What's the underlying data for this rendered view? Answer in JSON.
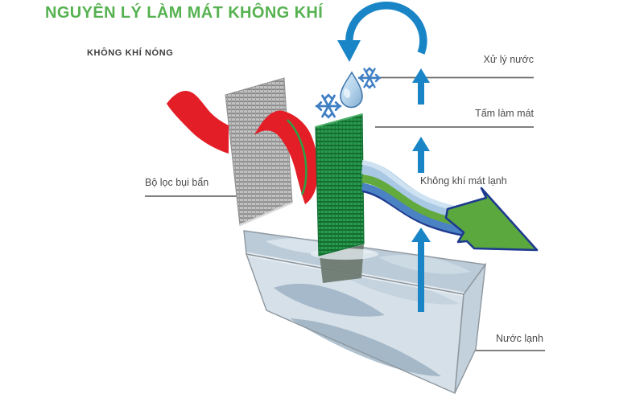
{
  "title": "NGUYÊN LÝ LÀM MÁT KHÔNG KHÍ",
  "labels": {
    "hot_air": "KHÔNG KHÍ NÓNG",
    "water_treatment": "Xử lý nước",
    "cooling_pad": "Tấm làm mát",
    "cool_air": "Không khí mát lạnh",
    "dust_filter": "Bộ lọc bụi bẩn",
    "cold_water": "Nước lạnh"
  },
  "icons": {
    "circulation": "circular-arrow-icon",
    "droplet": "water-droplet-icon",
    "snowflakes": "snowflake-icon",
    "up_arrows": "up-arrow-icon",
    "cool_air_out": "cool-air-arrow-icon"
  },
  "colors": {
    "title_green": "#56b251",
    "hot_air_red": "#e31e26",
    "arrow_blue": "#1985c6",
    "pad_green": "#27984a",
    "filter_gray": "#bdbdbd",
    "cool_arrow_green": "#5ba83f",
    "outline_navy": "#1e3a8f",
    "label_gray": "#4b4b4b",
    "leader_line": "#6e6e6e"
  }
}
